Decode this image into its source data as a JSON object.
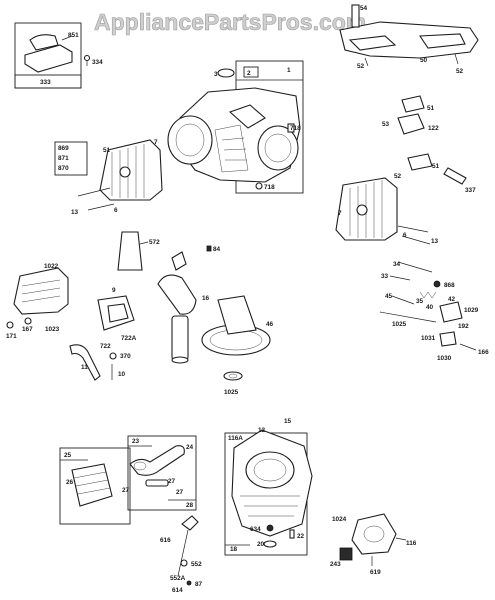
{
  "watermark": "AppliancePartsPros.com",
  "labels": {
    "l851": "851",
    "l334": "334",
    "l333": "333",
    "l54": "54",
    "l52a": "52",
    "l50": "50",
    "l52b": "52",
    "l3": "3",
    "l2": "2",
    "l1": "1",
    "l718a": "718",
    "l718b": "718",
    "l51a": "51",
    "l53": "53",
    "l122": "122",
    "l51b": "51",
    "l337": "337",
    "l51c": "51",
    "l869": "869",
    "l871": "871",
    "l870": "870",
    "l52c": "52",
    "l7a": "7",
    "l13a": "13",
    "l6a": "6",
    "l7b": "7",
    "l6b": "6",
    "l13b": "13",
    "l572": "572",
    "l84": "84",
    "l1022": "1022",
    "l167": "167",
    "l171": "171",
    "l1023": "1023",
    "l9": "9",
    "l722a": "722A",
    "l722": "722",
    "l370": "370",
    "l11": "11",
    "l10": "10",
    "l16": "16",
    "l46": "46",
    "l1025": "1025",
    "l34": "34",
    "l33": "33",
    "l868": "868",
    "l45": "45",
    "l35": "35",
    "l40": "40",
    "l42": "42",
    "l1029": "1029",
    "l1025b": "1025",
    "l192": "192",
    "l1031": "1031",
    "l1030": "1030",
    "l166": "166",
    "l15": "15",
    "l116a": "116A",
    "l12": "12",
    "l634": "634",
    "l22": "22",
    "l20": "20",
    "l18": "18",
    "l25": "25",
    "l26": "26",
    "l23": "23",
    "l24": "24",
    "l27a": "27",
    "l27b": "27",
    "l27c": "27",
    "l28": "28",
    "l616": "616",
    "l552": "552",
    "l552a": "552A",
    "l87": "87",
    "l614": "614",
    "l1024": "1024",
    "l116": "116",
    "l243": "243",
    "l619": "619"
  }
}
